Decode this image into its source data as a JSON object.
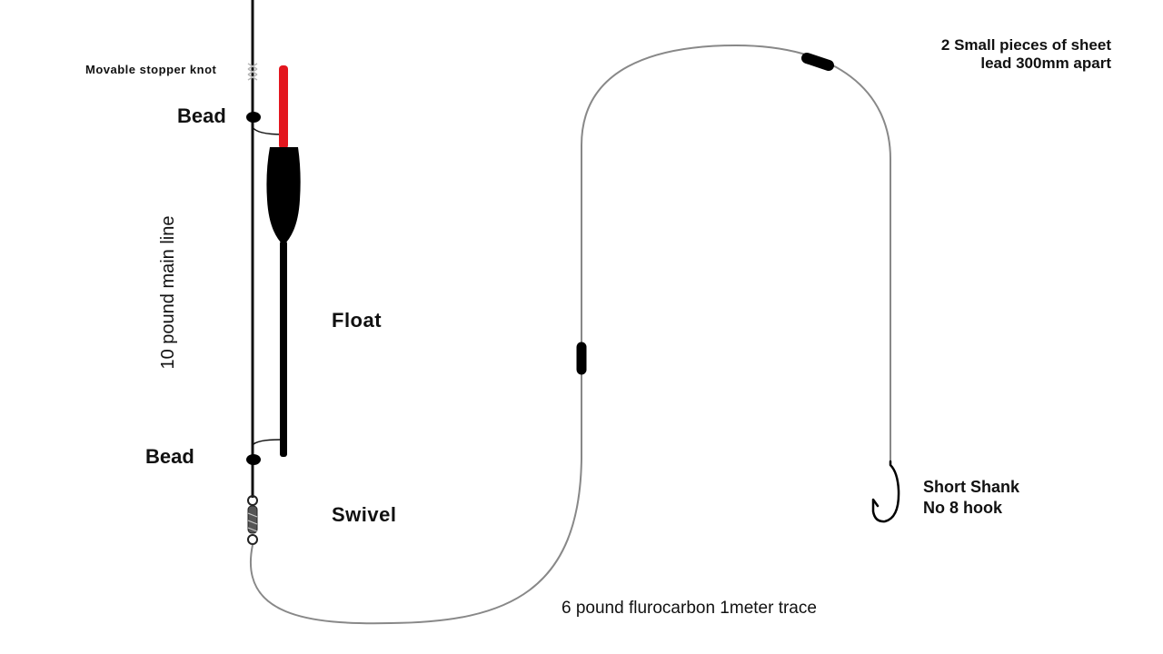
{
  "labels": {
    "stopper_knot": "Movable stopper knot",
    "bead_top": "Bead",
    "bead_bottom": "Bead",
    "float": "Float",
    "swivel": "Swivel",
    "main_line": "10 pound main line",
    "lead_line1": "2 Small pieces of sheet",
    "lead_line2": "lead 300mm apart",
    "hook_line1": "Short Shank",
    "hook_line2": "No 8 hook",
    "trace": "6 pound flurocarbon 1meter trace"
  },
  "colors": {
    "line": "#111111",
    "trace": "#888888",
    "float_tip": "#e3161e",
    "float_body": "#000000",
    "knot": "#b5b5b5"
  }
}
